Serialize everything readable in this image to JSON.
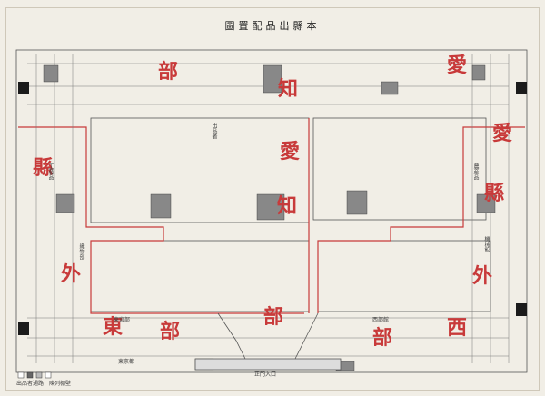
{
  "map": {
    "title": "圖置配品出縣本",
    "regions": {
      "aichi_north_1": "部",
      "aichi_north_2": "知",
      "aichi_north_3": "愛",
      "aichi_center_1": "愛",
      "aichi_center_2": "知",
      "aichi_center_3": "部",
      "east_pref_1": "縣",
      "east_pref_2": "外",
      "east_pref_3": "東",
      "east_pref_4": "部",
      "west_pref_1": "愛",
      "west_pref_2": "縣",
      "west_pref_3": "外",
      "west_pref_4": "西",
      "west_pref_5": "部"
    },
    "labels": {
      "exhibit_center": "出品者",
      "east_hall": "東宮部",
      "west_hall": "西部館",
      "east_col_1": "工藝品",
      "east_col_2": "織物部",
      "west_col_1": "機械館",
      "west_col_2": "農産品",
      "bottom_center": "正門入口",
      "east_bottom_label": "東京都"
    },
    "legend": {
      "entries": [
        "出品者",
        "通路",
        "陳列棚",
        "壁"
      ]
    }
  }
}
